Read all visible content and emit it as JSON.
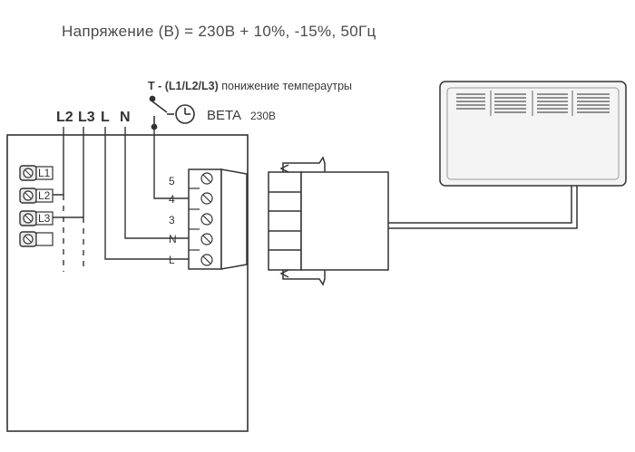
{
  "header": {
    "supply": "Напряжение (В) = 230В + 10%, -15%, 50Гц"
  },
  "wire_labels": [
    "L2",
    "L3",
    "L",
    "N"
  ],
  "thermostat": {
    "label_strong": "T - (L1/L2/L3)",
    "label_rest": " понижение темпераутры",
    "device_name": "BETA",
    "device_voltage": "230В"
  },
  "left_terminals": [
    "L1",
    "L2",
    "L3"
  ],
  "connector_terminals": [
    "5",
    "4",
    "3",
    "N",
    "L"
  ],
  "colors": {
    "line": "#333333",
    "panel_fill": "#ffffff",
    "heater_fill": "#f4f4f4",
    "terminal_fill": "#e8e8e8"
  },
  "icons": [
    "clock-icon",
    "switch-icon",
    "heater-icon",
    "plug-icon"
  ]
}
